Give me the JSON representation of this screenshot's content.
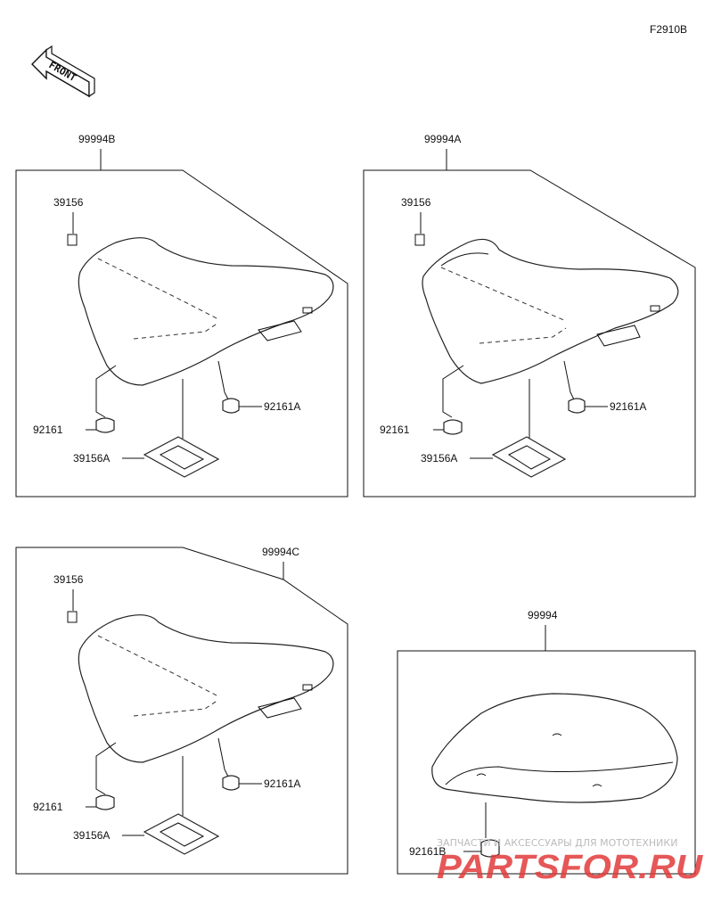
{
  "figure_code": "F2910B",
  "front_label": "FRONT",
  "panels": [
    {
      "assembly": "99994B",
      "labels": {
        "tag": "39156",
        "cushion_left": "92161",
        "cushion_right": "92161A",
        "pad": "39156A"
      }
    },
    {
      "assembly": "99994A",
      "labels": {
        "tag": "39156",
        "cushion_left": "92161",
        "cushion_right": "92161A",
        "pad": "39156A"
      }
    },
    {
      "assembly": "99994C",
      "labels": {
        "tag": "39156",
        "cushion_left": "92161",
        "cushion_right": "92161A",
        "pad": "39156A"
      }
    },
    {
      "assembly": "99994",
      "labels": {
        "cushion": "92161B"
      }
    }
  ],
  "watermark": {
    "caption": "ЗАПЧАСТИ И АКСЕССУАРЫ ДЛЯ МОТОТЕХНИКИ",
    "logo": "PARTSFOR.RU"
  }
}
